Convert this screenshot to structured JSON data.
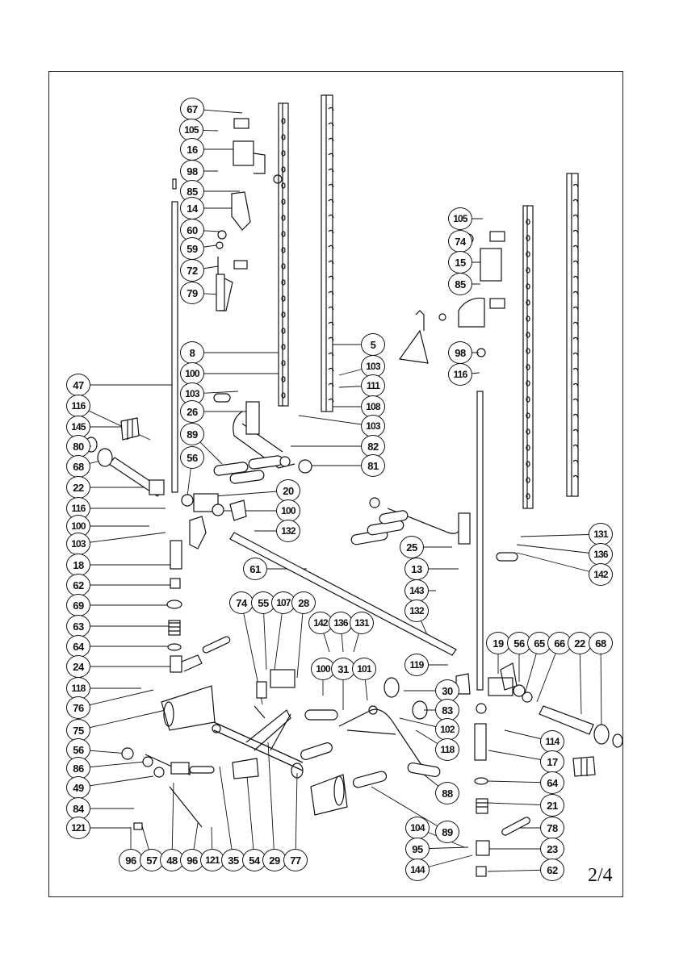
{
  "page_number": "2/4",
  "callouts": [
    "67",
    "105",
    "16",
    "98",
    "85",
    "14",
    "60",
    "59",
    "72",
    "79",
    "8",
    "5",
    "47",
    "100",
    "103",
    "103",
    "111",
    "108",
    "103",
    "116",
    "26",
    "145",
    "89",
    "82",
    "80",
    "81",
    "68",
    "22",
    "56",
    "20",
    "116",
    "100",
    "100",
    "132",
    "103",
    "18",
    "61",
    "62",
    "69",
    "63",
    "64",
    "24",
    "118",
    "76",
    "75",
    "56",
    "86",
    "49",
    "84",
    "121",
    "96",
    "57",
    "48",
    "96",
    "121",
    "35",
    "54",
    "29",
    "77",
    "74",
    "55",
    "107",
    "28",
    "142",
    "136",
    "131",
    "100",
    "31",
    "101",
    "30",
    "83",
    "102",
    "118",
    "88",
    "89",
    "104",
    "95",
    "144",
    "105",
    "74",
    "15",
    "85",
    "98",
    "116",
    "131",
    "136",
    "142",
    "25",
    "13",
    "143",
    "132",
    "119",
    "19",
    "56",
    "65",
    "66",
    "22",
    "68",
    "114",
    "17",
    "64",
    "21",
    "78",
    "23",
    "62"
  ]
}
